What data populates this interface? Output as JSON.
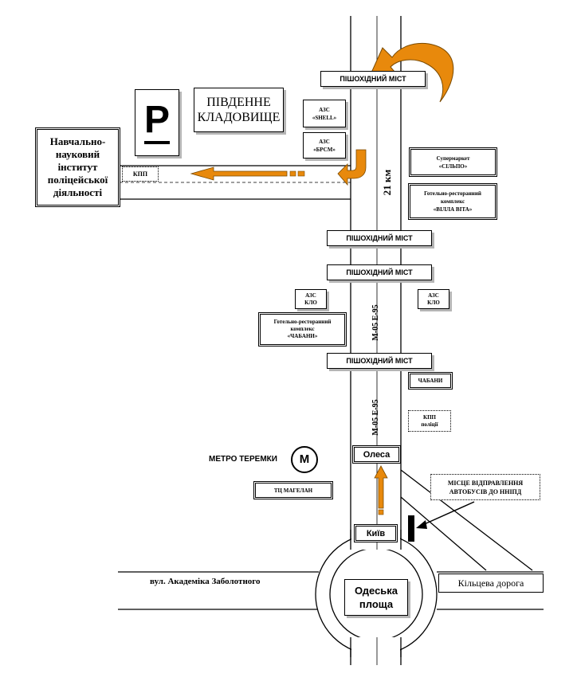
{
  "labels": {
    "bridge_1": "ПІШОХІДНИЙ МІСТ",
    "bridge_2": "ПІШОХІДНИЙ МІСТ",
    "bridge_3": "ПІШОХІДНИЙ МІСТ",
    "bridge_4": "ПІШОХІДНИЙ МІСТ",
    "parking_symbol": "P",
    "cemetery": "ПІВДЕННЕ КЛАДОВИЩЕ",
    "azs_shell_line1": "АЗС",
    "azs_shell_line2": "«SHELL»",
    "azs_brsm_line1": "АЗС",
    "azs_brsm_line2": "«БРСМ»",
    "institute": "Навчально-науковий інститут поліцейської діяльності",
    "kpp": "КПП",
    "km": "21 км",
    "supermarket_line1": "Супермаркет",
    "supermarket_line2": "«СІЛЬПО»",
    "hotel_villa_line1": "Готельно-ресторанний комплекс",
    "hotel_villa_line2": "«ВІЛЛА ВІТА»",
    "azs_klo_left_line1": "АЗС",
    "azs_klo_left_line2": "КЛО",
    "azs_klo_right_line1": "АЗС",
    "azs_klo_right_line2": "КЛО",
    "hotel_chabany_line1": "Готельно-ресторанний комплекс",
    "hotel_chabany_line2": "«ЧАБАНИ»",
    "road_label_1": "М-05  Е-95",
    "road_label_2": "М-05  Е-95",
    "chabany_sign": "ЧАБАНИ",
    "kpp_police_line1": "КПП",
    "kpp_police_line2": "поліції",
    "metro": "МЕТРО ТЕРЕМКИ",
    "metro_symbol": "М",
    "olesa": "Олеса",
    "bus_departure_line1": "МІСЦЕ ВІДПРАВЛЕННЯ",
    "bus_departure_line2": "АВТОБУСІВ ДО ННІПД",
    "tc_magelan": "ТЦ МАГЕЛАН",
    "kyiv": "Київ",
    "zabolotnoho": "вул. Академіка Заболотного",
    "ring_road": "Кільцева дорога",
    "odeska_line1": "Одеська",
    "odeska_line2": "площа"
  },
  "colors": {
    "arrow_orange": "#e8890c",
    "arrow_outline": "#7a4a00",
    "shadow_gray": "#b5b5b5"
  }
}
